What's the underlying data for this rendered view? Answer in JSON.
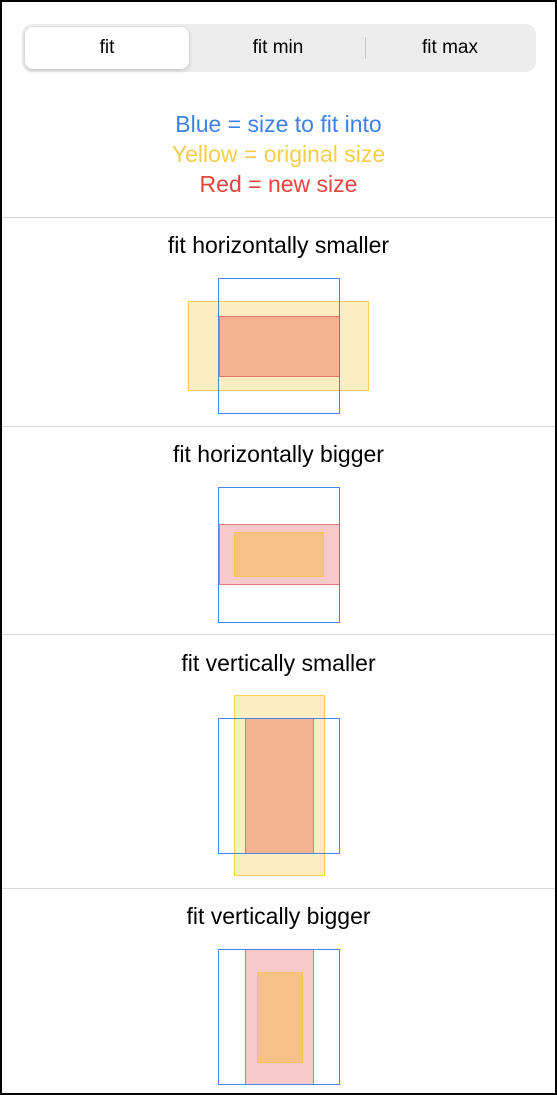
{
  "segmented_control": {
    "options": [
      "fit",
      "fit min",
      "fit max"
    ],
    "selected": "fit"
  },
  "legend": {
    "blue": "Blue = size to fit into",
    "yellow": "Yellow = original size",
    "red": "Red = new size"
  },
  "sections": [
    {
      "title": "fit horizontally smaller"
    },
    {
      "title": "fit horizontally bigger"
    },
    {
      "title": "fit vertically smaller"
    },
    {
      "title": "fit vertically bigger"
    }
  ],
  "colors": {
    "blue": "#4a86e8",
    "yellow": "#f6cd50",
    "red": "#e06e69",
    "legend_blue": "#3c82e8",
    "legend_yellow": "#f5cd4c",
    "legend_red": "#e5453a"
  }
}
